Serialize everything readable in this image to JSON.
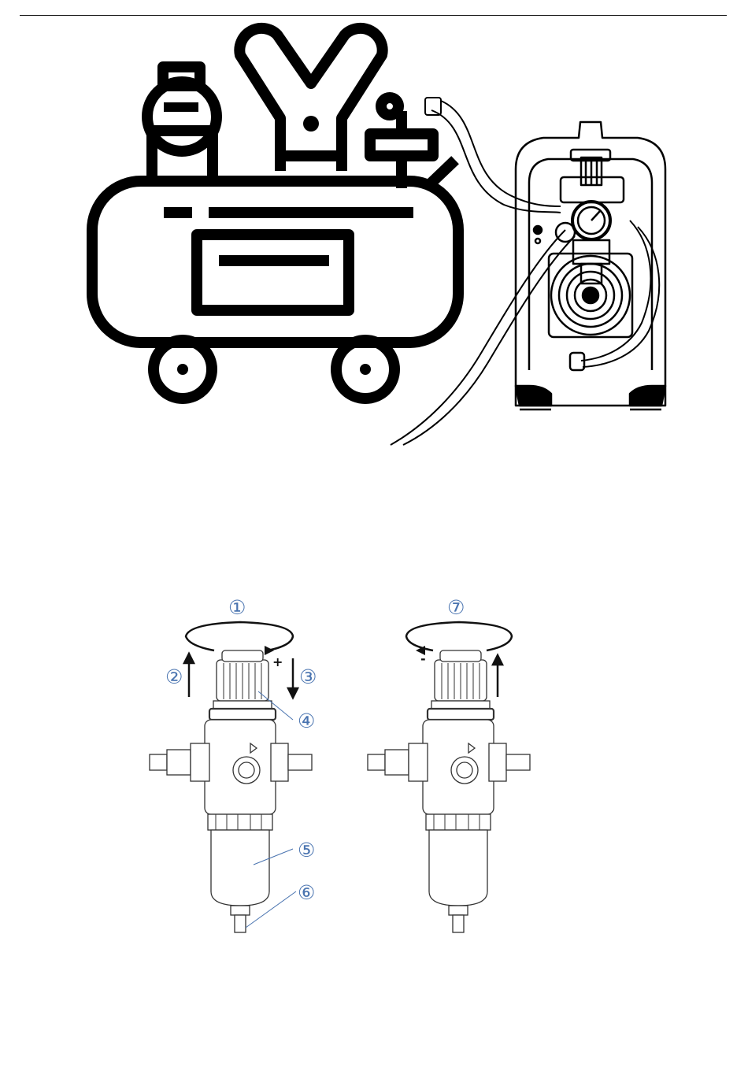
{
  "callouts": {
    "c1": "①",
    "c2": "②",
    "c3": "③",
    "c4": "④",
    "c5": "⑤",
    "c6": "⑥",
    "c7": "⑦"
  },
  "signs": {
    "plus": "+",
    "minus": "-"
  },
  "colors": {
    "callout": "#4a74b0",
    "line": "#111111"
  }
}
